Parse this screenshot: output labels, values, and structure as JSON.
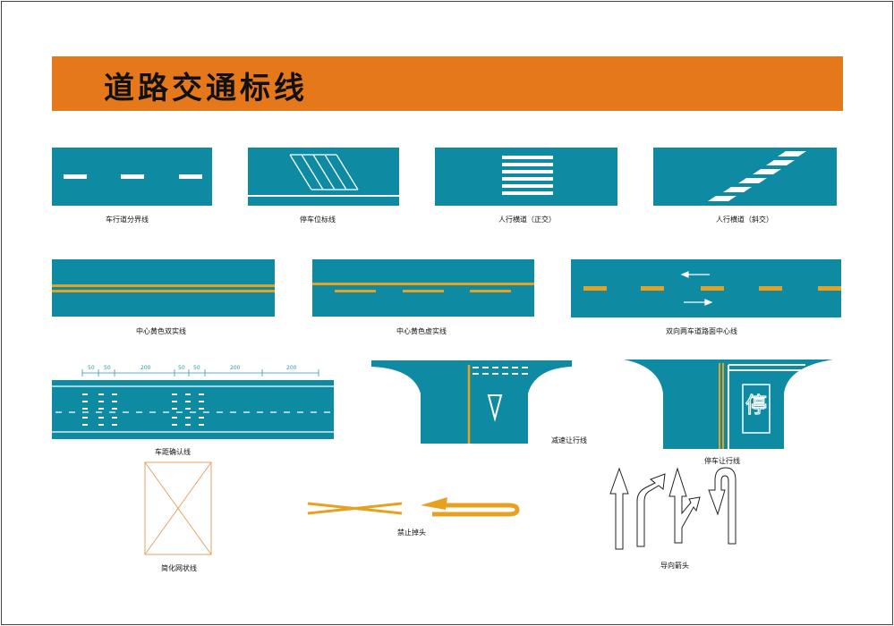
{
  "title": "道路交通标线",
  "colors": {
    "banner": "#e6781c",
    "road": "#0e8aa3",
    "yellow": "#e8a020",
    "white": "#ffffff"
  },
  "captions": {
    "lane_divider": "车行道分界线",
    "parking_line": "停车位标线",
    "crosswalk_straight": "人行横道（正交）",
    "crosswalk_oblique": "人行横道（斜交）",
    "center_double_solid": "中心黄色双实线",
    "center_dashed_solid": "中心黄色虚实线",
    "two_way_center": "双向两车道路面中心线",
    "distance_confirm": "车距确认线",
    "yield_line": "减速让行线",
    "stop_yield_line": "停车让行线",
    "grid_line": "简化网状线",
    "no_u_turn": "禁止掉头",
    "guide_arrow": "导向箭头"
  },
  "dimension_labels": [
    "50",
    "50",
    "200",
    "50",
    "50",
    "200",
    "200"
  ],
  "stop_text": "停"
}
